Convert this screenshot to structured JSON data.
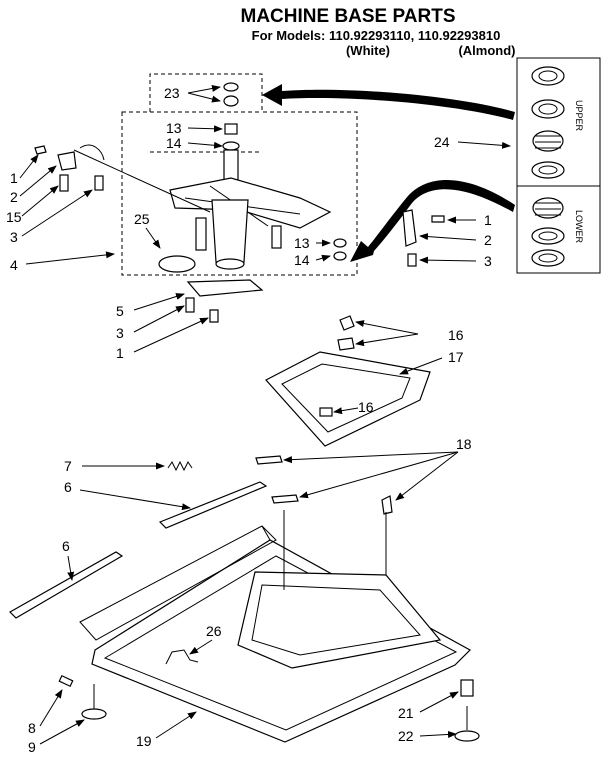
{
  "title": "MACHINE BASE PARTS",
  "models_line": "For Models: 110.92293110, 110.92293810",
  "color_white": "(White)",
  "color_almond": "(Almond)",
  "side_upper": "UPPER",
  "side_lower": "LOWER",
  "callouts": {
    "c23": "23",
    "c13a": "13",
    "c14a": "14",
    "c24": "24",
    "c1a": "1",
    "c2a": "2",
    "c15": "15",
    "c3a": "3",
    "c25": "25",
    "c4": "4",
    "c13b": "13",
    "c14b": "14",
    "c1b": "1",
    "c2b": "2",
    "c3b": "3",
    "c5": "5",
    "c3c": "3",
    "c1c": "1",
    "c16a": "16",
    "c17": "17",
    "c16b": "16",
    "c18": "18",
    "c7": "7",
    "c6a": "6",
    "c6b": "6",
    "c26": "26",
    "c8": "8",
    "c9": "9",
    "c19": "19",
    "c21": "21",
    "c22": "22"
  }
}
